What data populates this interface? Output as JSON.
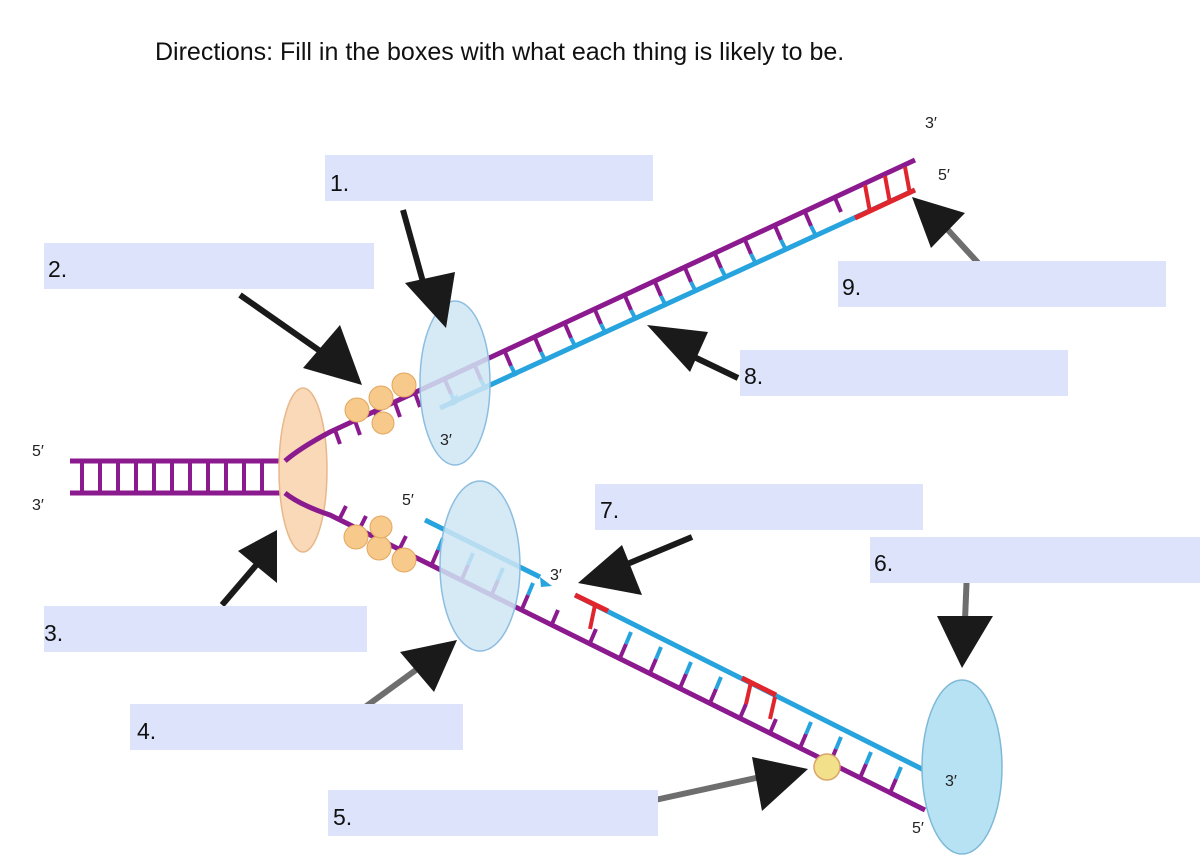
{
  "directions": "Directions: Fill in the boxes with what each thing is likely to be.",
  "boxes": [
    {
      "number": "1.",
      "value": ""
    },
    {
      "number": "2.",
      "value": ""
    },
    {
      "number": "3.",
      "value": ""
    },
    {
      "number": "4.",
      "value": ""
    },
    {
      "number": "5.",
      "value": ""
    },
    {
      "number": "6.",
      "value": ""
    },
    {
      "number": "7.",
      "value": ""
    },
    {
      "number": "8.",
      "value": ""
    },
    {
      "number": "9.",
      "value": ""
    }
  ],
  "strand_ends": {
    "left_top": "5′",
    "left_bottom": "3′",
    "upper_right_top": "3′",
    "upper_right_bottom": "5′",
    "leading_primer_end": "3′",
    "lagging_fragment_start": "5′",
    "lagging_fragment_end": "3′",
    "lower_right_top": "3′",
    "lower_right_bottom": "5′"
  },
  "colors": {
    "parental_strand": "#8b1a8f",
    "new_dna": "#27a3dd",
    "rna_primer": "#e0262c",
    "helicase": "#f9d9b8",
    "polymerase": "#cfe6f5",
    "ssb_protein": "#f7c98a",
    "ligase": "#f3e08a",
    "arrow": "#1a1a1a",
    "answer_box": "#dde3fb"
  }
}
